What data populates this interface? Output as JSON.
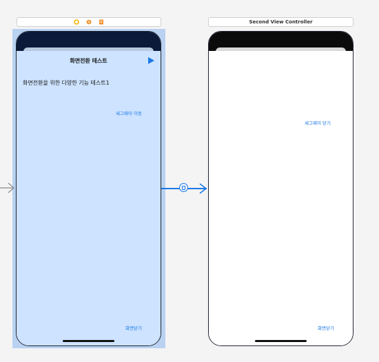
{
  "scene1": {
    "nav_title": "화면전환 테스트",
    "body_text": "화면전환을 위한 다양한 기능 테스트1",
    "segue_button": "세그웨이 이동",
    "close_button": "화면닫기"
  },
  "scene2": {
    "header_title": "Second View Controller",
    "segue_close_button": "세그웨이 닫기",
    "close_button": "화면닫기"
  },
  "colors": {
    "accent": "#1a78e5",
    "scene1_bg": "#cfe3ff",
    "selection": "#b9d2f1",
    "dock_view_controller": "#f6b400",
    "dock_first_responder": "#f08a24",
    "dock_exit": "#f08a24"
  },
  "icons": {
    "dock": [
      "view-controller-icon",
      "first-responder-icon",
      "exit-icon"
    ],
    "segue": "segue-present-icon",
    "entry": "initial-view-controller-arrow-icon"
  }
}
